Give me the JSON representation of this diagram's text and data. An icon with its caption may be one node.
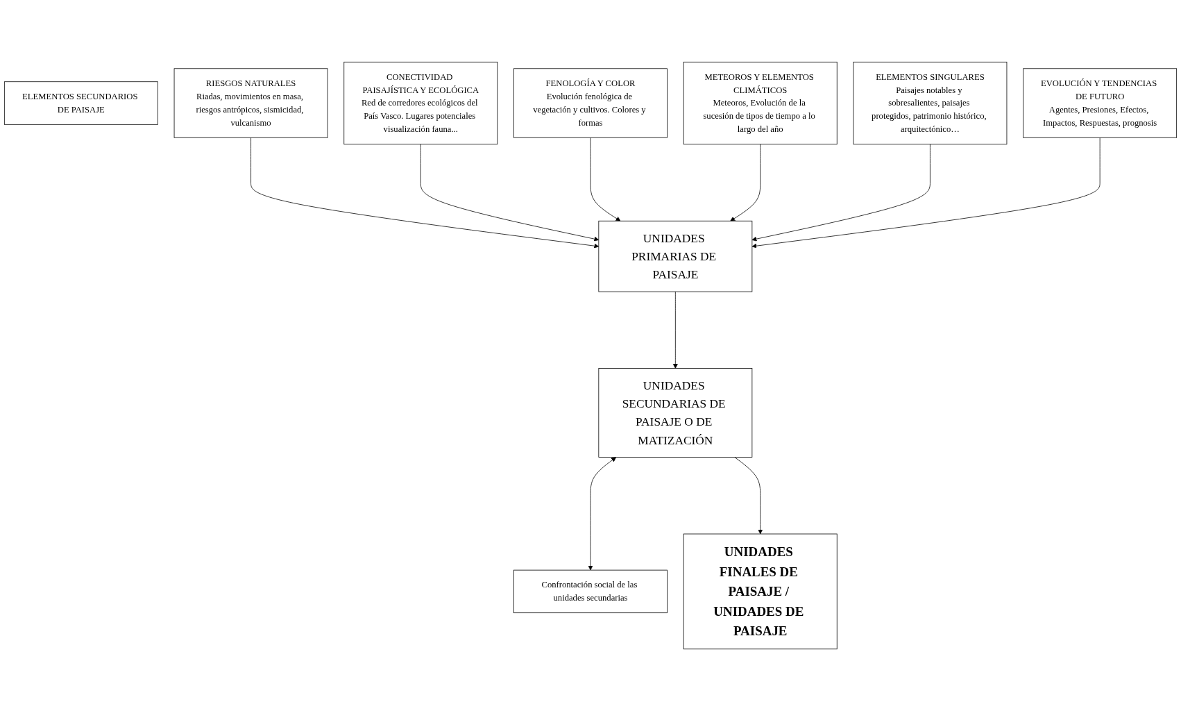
{
  "diagram": {
    "nodes": [
      {
        "text": [
          "ELEMENTOS SECUNDARIOS DE PAISAJE"
        ]
      },
      {
        "text": [
          "RIESGOS NATURALES",
          "Riadas, movimientos en masa, riesgos antrópicos, sismicidad, vulcanismo"
        ]
      },
      {
        "text": [
          "CONECTIVIDAD PAISAJÍSTICA Y ECOLÓGICA",
          "Red de corredores ecológicos del País Vasco. Lugares potenciales visualización fauna..."
        ]
      },
      {
        "text": [
          "FENOLOGÍA Y COLOR",
          "Evolución fenológica de vegetación y cultivos. Colores y formas"
        ]
      },
      {
        "text": [
          "METEOROS Y ELEMENTOS CLIMÁTICOS",
          "Meteoros, Evolución de la sucesión de tipos de tiempo a lo largo del año"
        ]
      },
      {
        "text": [
          "ELEMENTOS SINGULARES",
          "Paisajes notables y sobresalientes, paisajes protegidos, patrimonio histórico, arquitectónico…"
        ]
      },
      {
        "text": [
          "EVOLUCIÓN Y TENDENCIAS DE FUTURO",
          "Agentes, Presiones, Efectos, Impactos, Respuestas, prognosis"
        ]
      },
      {
        "text": [
          "UNIDADES PRIMARIAS DE PAISAJE"
        ]
      },
      {
        "text": [
          "UNIDADES SECUNDARIAS DE PAISAJE O DE MATIZACIÓN"
        ]
      },
      {
        "text": [
          "Confrontación social de las unidades secundarias"
        ]
      },
      {
        "text": [
          "UNIDADES FINALES DE PAISAJE / UNIDADES DE PAISAJE"
        ]
      }
    ],
    "edges": [
      {
        "from": 1,
        "to": 7,
        "arrow": "to"
      },
      {
        "from": 2,
        "to": 7,
        "arrow": "to"
      },
      {
        "from": 3,
        "to": 7,
        "arrow": "to"
      },
      {
        "from": 4,
        "to": 7,
        "arrow": "to"
      },
      {
        "from": 5,
        "to": 7,
        "arrow": "to"
      },
      {
        "from": 6,
        "to": 7,
        "arrow": "to"
      },
      {
        "from": 7,
        "to": 8,
        "arrow": "to"
      },
      {
        "from": 8,
        "to": 9,
        "arrow": "both"
      },
      {
        "from": 8,
        "to": 10,
        "arrow": "to"
      }
    ]
  }
}
